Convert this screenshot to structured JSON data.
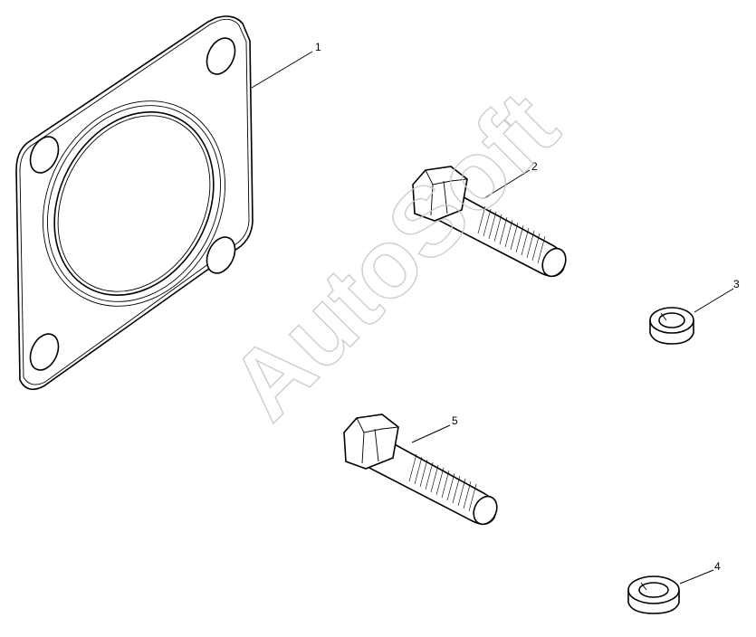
{
  "diagram": {
    "callouts": [
      {
        "id": "1",
        "label": "1"
      },
      {
        "id": "2",
        "label": "2"
      },
      {
        "id": "3",
        "label": "3"
      },
      {
        "id": "4",
        "label": "4"
      },
      {
        "id": "5",
        "label": "5"
      }
    ],
    "watermark": "AutoSoft",
    "colors": {
      "ink": "#000000",
      "background": "#ffffff",
      "watermark": "#c8c8c8"
    }
  }
}
